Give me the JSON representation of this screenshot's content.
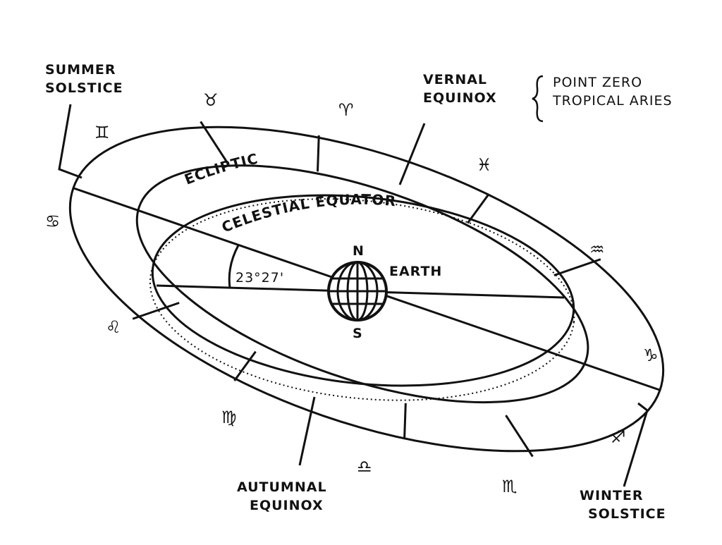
{
  "labels": {
    "summer_solstice": [
      "SUMMER",
      "SOLSTICE"
    ],
    "vernal_equinox": [
      "VERNAL",
      "EQUINOX"
    ],
    "point_zero": [
      "POINT ZERO",
      "TROPICAL ARIES"
    ],
    "ecliptic": "ECLIPTIC",
    "celestial_equator": "CELESTIAL EQUATOR",
    "north": "N",
    "south": "S",
    "earth": "EARTH",
    "angle": "23°27'",
    "autumnal_equinox": [
      "AUTUMNAL",
      "EQUINOX"
    ],
    "winter_solstice": [
      "WINTER",
      "SOLSTICE"
    ]
  },
  "zodiac": {
    "taurus": "♉",
    "aries": "♈",
    "pisces": "♓",
    "gemini": "♊",
    "cancer": "♋",
    "aquarius": "♒",
    "leo": "♌",
    "capricorn": "♑",
    "virgo": "♍",
    "libra": "♎",
    "scorpio": "♏",
    "sagittarius": "♐"
  }
}
